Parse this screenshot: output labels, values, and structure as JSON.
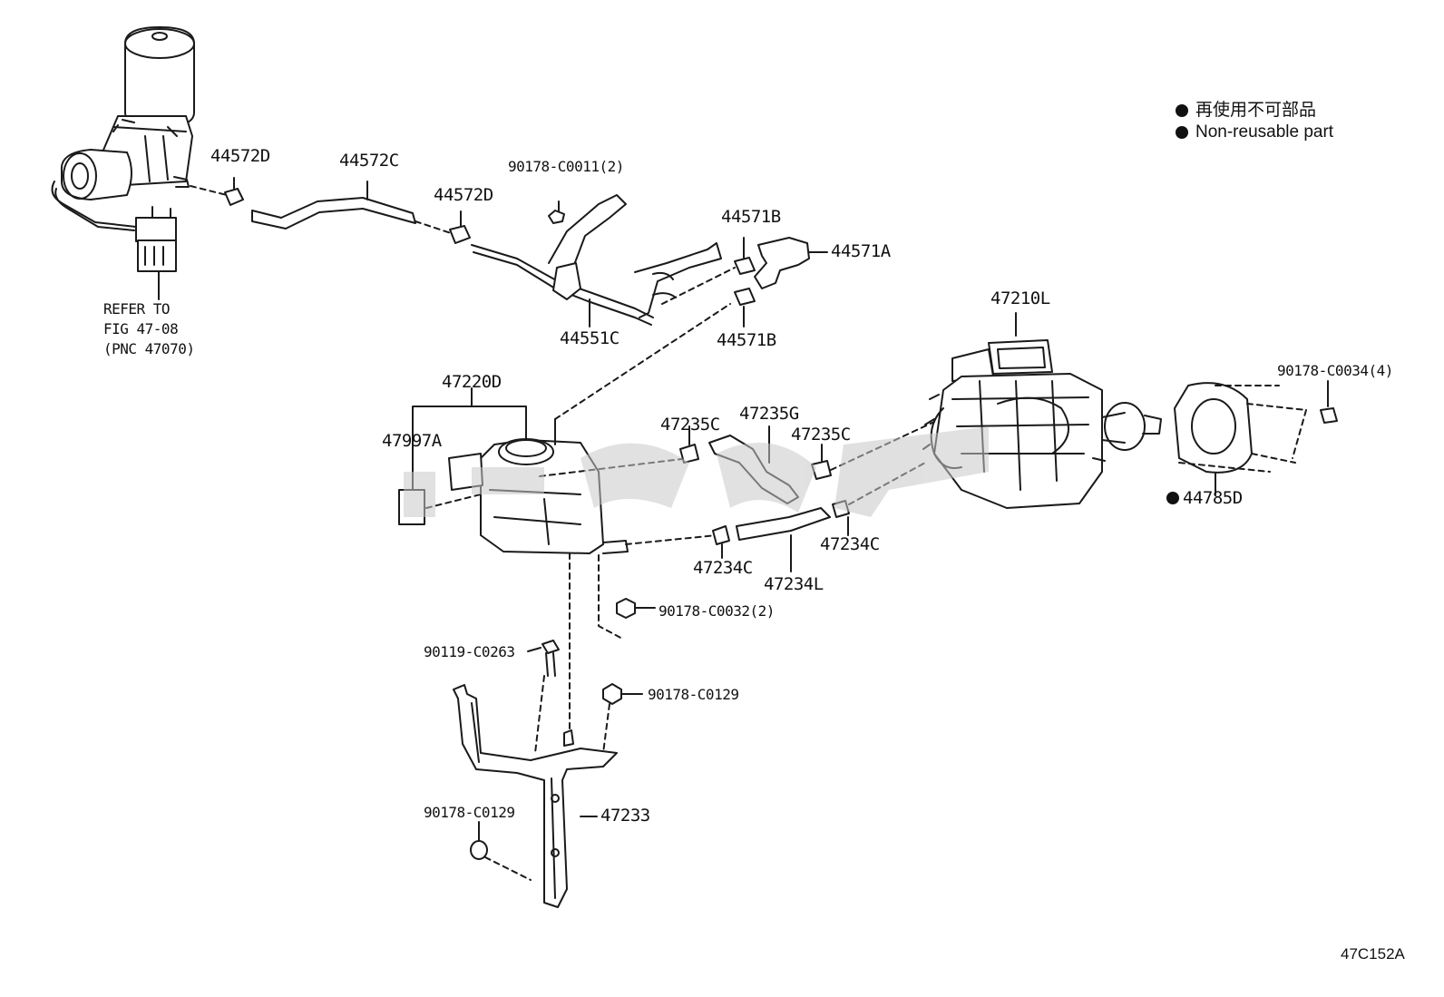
{
  "legend": {
    "line1": "再使用不可部品",
    "line2": "Non-reusable part",
    "marker_color": "#111111"
  },
  "refer_note": {
    "line1": "REFER TO",
    "line2": "FIG 47-08",
    "line3": "(PNC 47070)"
  },
  "figure_code": "47C152A",
  "parts": {
    "p44572D_top": "44572D",
    "p44572C": "44572C",
    "p44572D_mid": "44572D",
    "p90178_C0011": "90178-C0011(2)",
    "p44571B_top": "44571B",
    "p44571A": "44571A",
    "p44571B_bot": "44571B",
    "p44551C": "44551C",
    "p47210L": "47210L",
    "p90178_C0034": "90178-C0034(4)",
    "p44785D": "44785D",
    "p47220D": "47220D",
    "p47997A": "47997A",
    "p47235C_left": "47235C",
    "p47235G": "47235G",
    "p47235C_right": "47235C",
    "p47234C_right": "47234C",
    "p47234C_left": "47234C",
    "p47234L": "47234L",
    "p90178_C0032": "90178-C0032(2)",
    "p90119_C0263": "90119-C0263",
    "p90178_C0129_top": "90178-C0129",
    "p90178_C0129_bot": "90178-C0129",
    "p47233": "47233"
  },
  "watermark_color": "#c8c8c8",
  "line_color": "#1a1a1a"
}
